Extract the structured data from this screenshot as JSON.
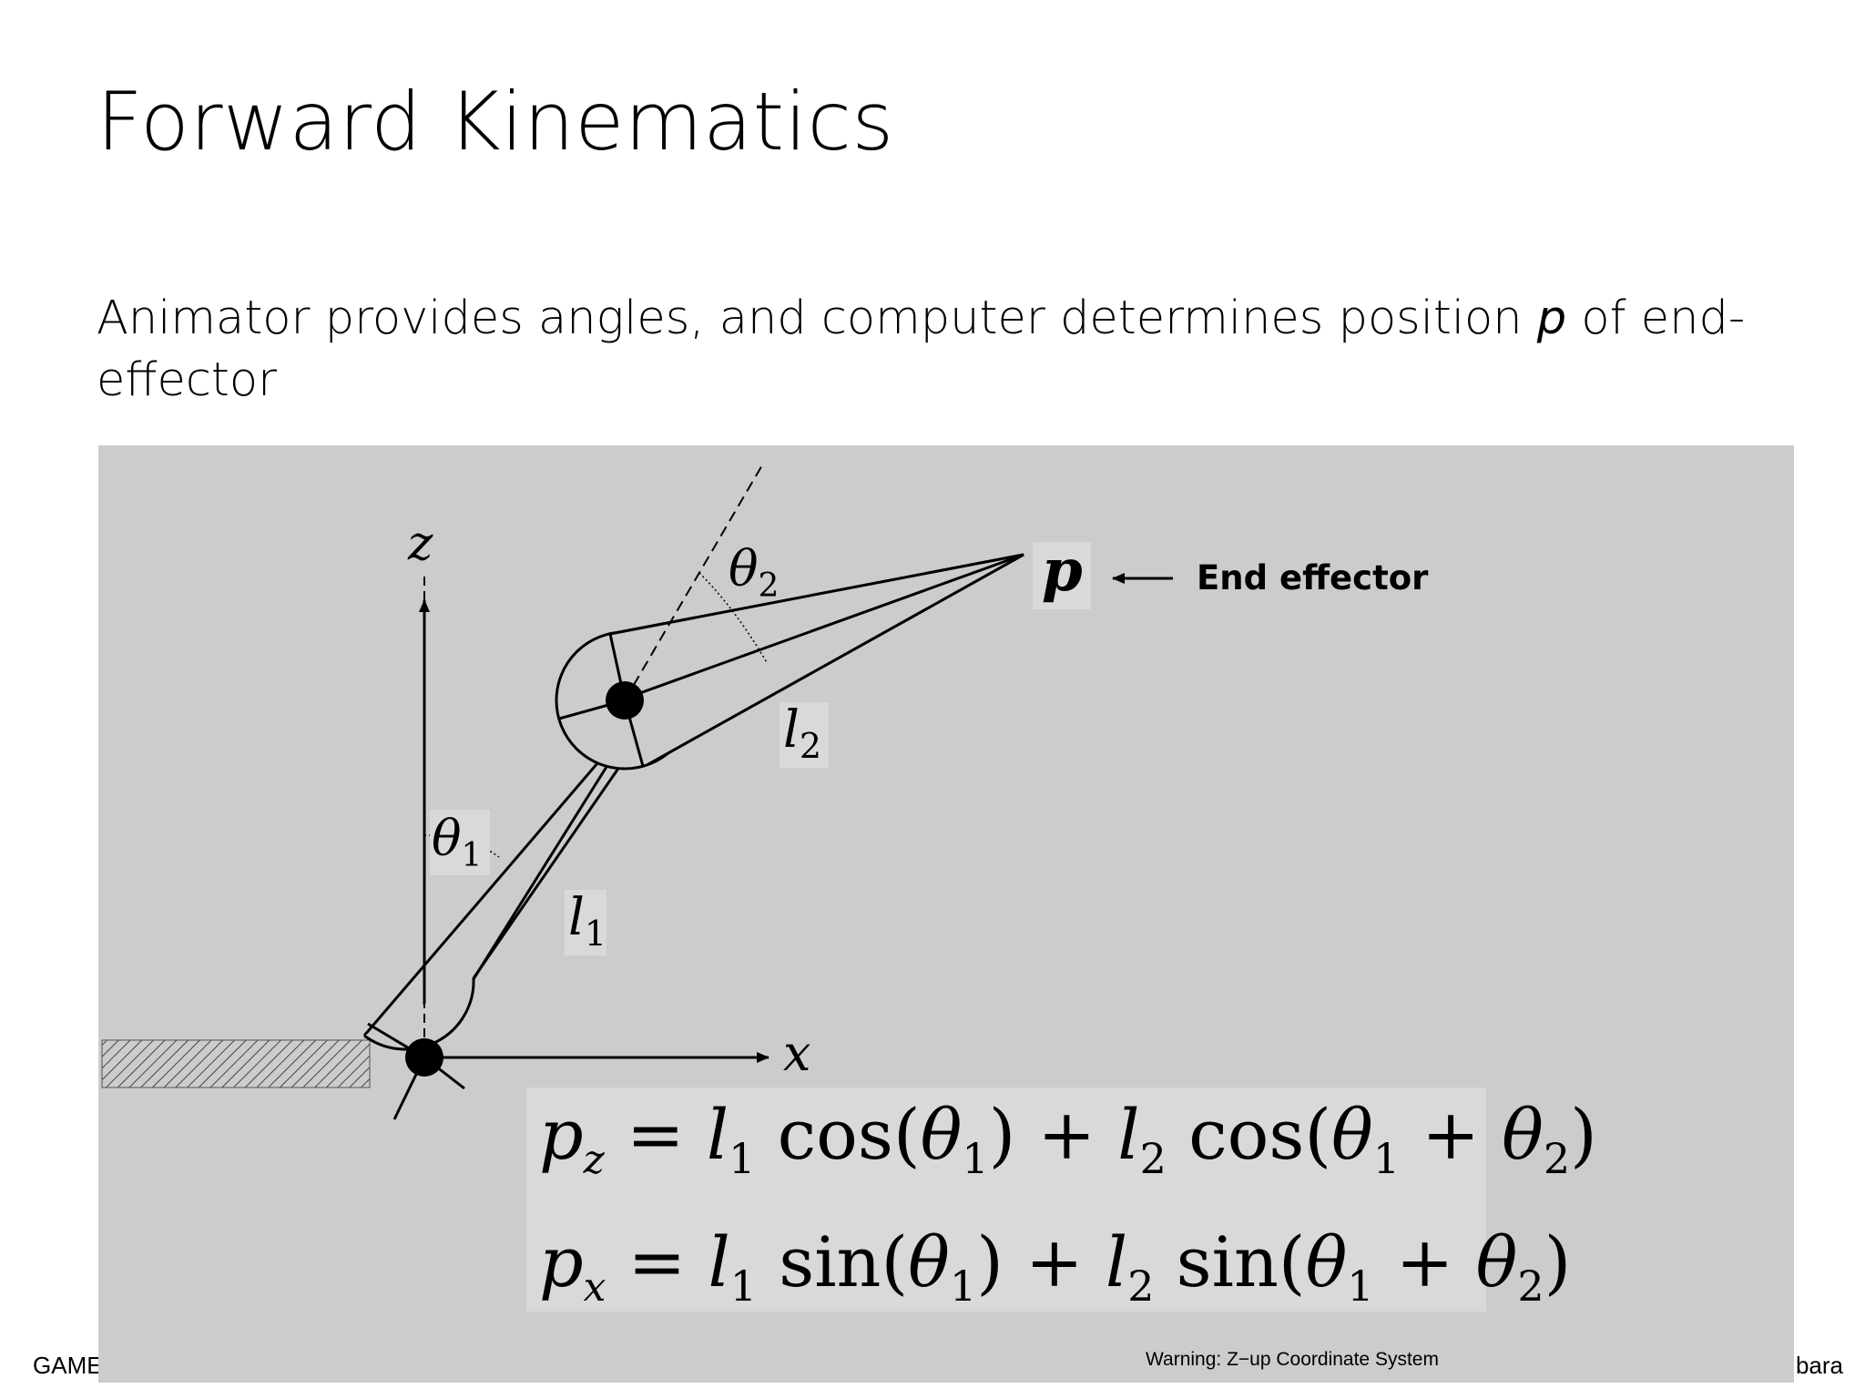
{
  "title": "Forward Kinematics",
  "subtitle": {
    "before": "Animator provides angles, and computer determines position ",
    "var": "p",
    "after": " of end-effector"
  },
  "diagram": {
    "axis_z": "z",
    "axis_x": "x",
    "theta1": "θ",
    "theta1_sub": "1",
    "theta2": "θ",
    "theta2_sub": "2",
    "l1": "l",
    "l1_sub": "1",
    "l2": "l",
    "l2_sub": "2",
    "point_p": "p",
    "end_effector": "End effector",
    "warning": "Warning: Z−up Coordinate System"
  },
  "equations": {
    "pz": {
      "lhs": "p",
      "lhs_sub": "z",
      "fn": "cos"
    },
    "px": {
      "lhs": "p",
      "lhs_sub": "x",
      "fn": "sin"
    }
  },
  "footer": {
    "left": "GAME",
    "right": "bara"
  }
}
